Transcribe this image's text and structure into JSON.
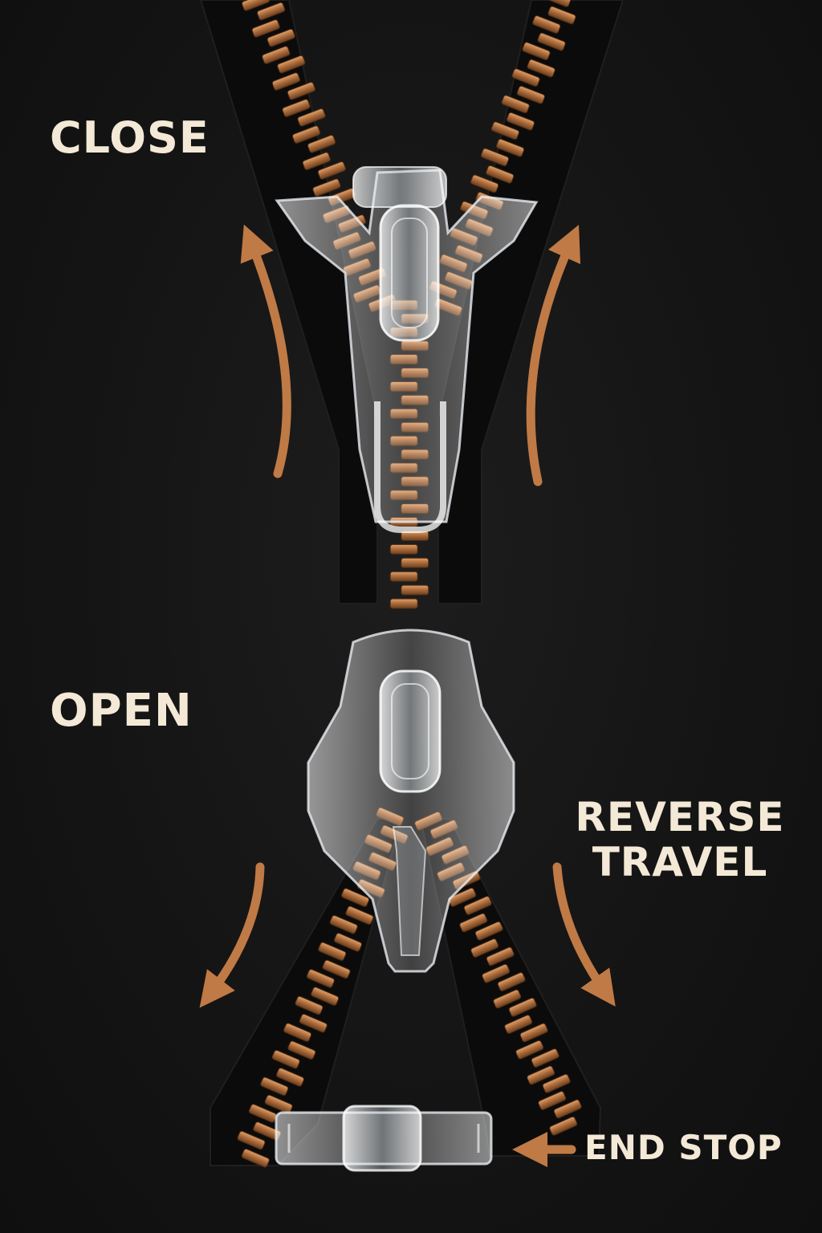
{
  "labels": {
    "close": "CLOSE",
    "open": "OPEN",
    "reverse_line1": "REVERSE",
    "reverse_line2": "TRAVEL",
    "end_stop": "END STOP"
  },
  "colors": {
    "background": "#141414",
    "tape": "#0b0b0b",
    "teeth": "#b0733f",
    "arrow": "#c07a45",
    "label_text": "#f3e9d6",
    "slider": "#e8eef2"
  },
  "icons": {
    "arrows": [
      "curved-up-arrow",
      "curved-up-arrow",
      "curved-down-left-arrow",
      "curved-down-right-arrow",
      "left-arrow"
    ]
  }
}
